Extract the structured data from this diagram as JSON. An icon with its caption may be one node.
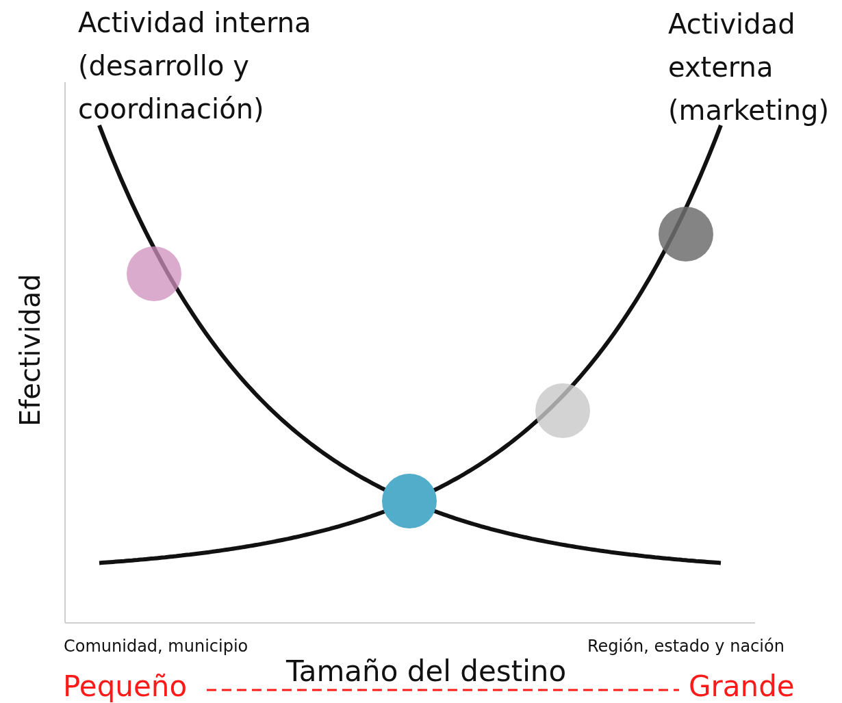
{
  "diagram": {
    "nodes": [
      {
        "text": [],
        "shape": "circle"
      },
      {
        "text": [],
        "shape": "circle"
      },
      {
        "text": [],
        "shape": "circle"
      },
      {
        "text": [],
        "shape": "circle"
      }
    ],
    "labels": [
      "Actividad interna (desarrollo y coordinación)",
      "Actividad externa (marketing)",
      "Efectividad",
      "Comunidad, municipio",
      "Región, estado y nación",
      "Tamaño del destino",
      "Pequeño",
      "Grande"
    ]
  }
}
